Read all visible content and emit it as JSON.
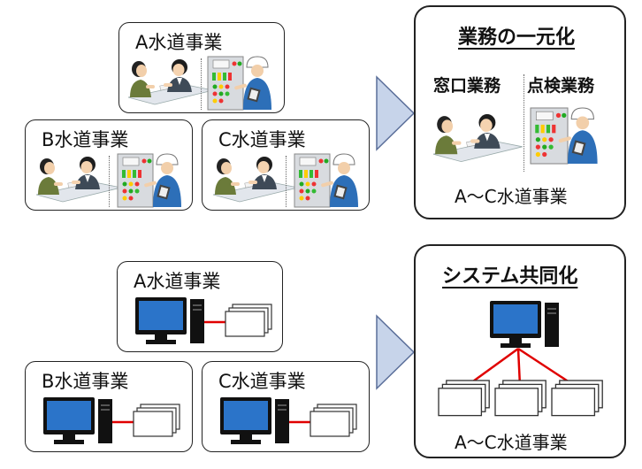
{
  "top_section": {
    "boxes": [
      {
        "label": "A水道事業"
      },
      {
        "label": "B水道事業"
      },
      {
        "label": "C水道事業"
      }
    ],
    "result": {
      "title": "業務の一元化",
      "service_labels": [
        "窓口業務",
        "点検業務"
      ],
      "footer": "A～C水道事業"
    }
  },
  "bottom_section": {
    "boxes": [
      {
        "label": "A水道事業"
      },
      {
        "label": "B水道事業"
      },
      {
        "label": "C水道事業"
      }
    ],
    "result": {
      "title": "システム共同化",
      "footer": "A～C水道事業"
    }
  },
  "icons": [
    "counter-staff-icon",
    "inspector-panel-icon",
    "computer-icon",
    "document-stack-icon",
    "arrow-right-icon"
  ],
  "colors": {
    "arrow_fill": "#c7d4ea",
    "arrow_stroke": "#5a6e99",
    "link_line": "#e00000",
    "monitor_screen": "#2b74c9"
  }
}
